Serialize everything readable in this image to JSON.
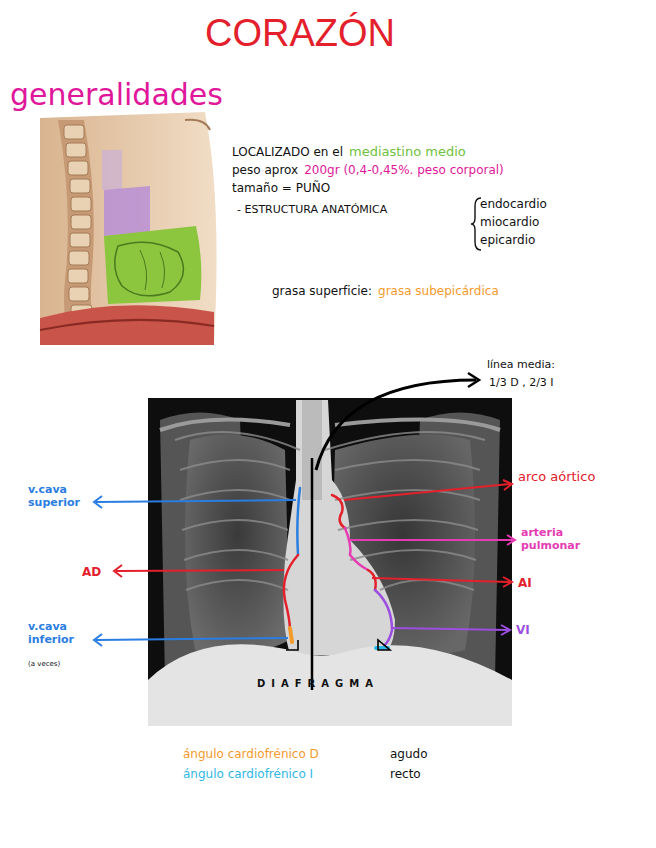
{
  "diagram": {
    "title": "CORAZÓN",
    "labels": [
      "generalidades",
      "LOCALIZADO en el",
      "mediastino medio",
      "peso aprox",
      "200gr (0,4-0,45%. peso corporal)",
      "tamaño = PUÑO",
      "- ESTRUCTURA ANATÓMICA",
      "endocardio",
      "miocardio",
      "epicardio",
      "grasa superficie:",
      "grasa subepicárdica",
      "línea media:",
      "1/3 D , 2/3 I",
      "v.cava superior",
      "AD",
      "v.cava inferior",
      "(a veces)",
      "arco aórtico",
      "arteria pulmonar",
      "AI",
      "VI",
      "DIAFRAGMA",
      "ángulo cardiofrénico D",
      "agudo",
      "ángulo cardiofrénico I",
      "recto"
    ]
  }
}
